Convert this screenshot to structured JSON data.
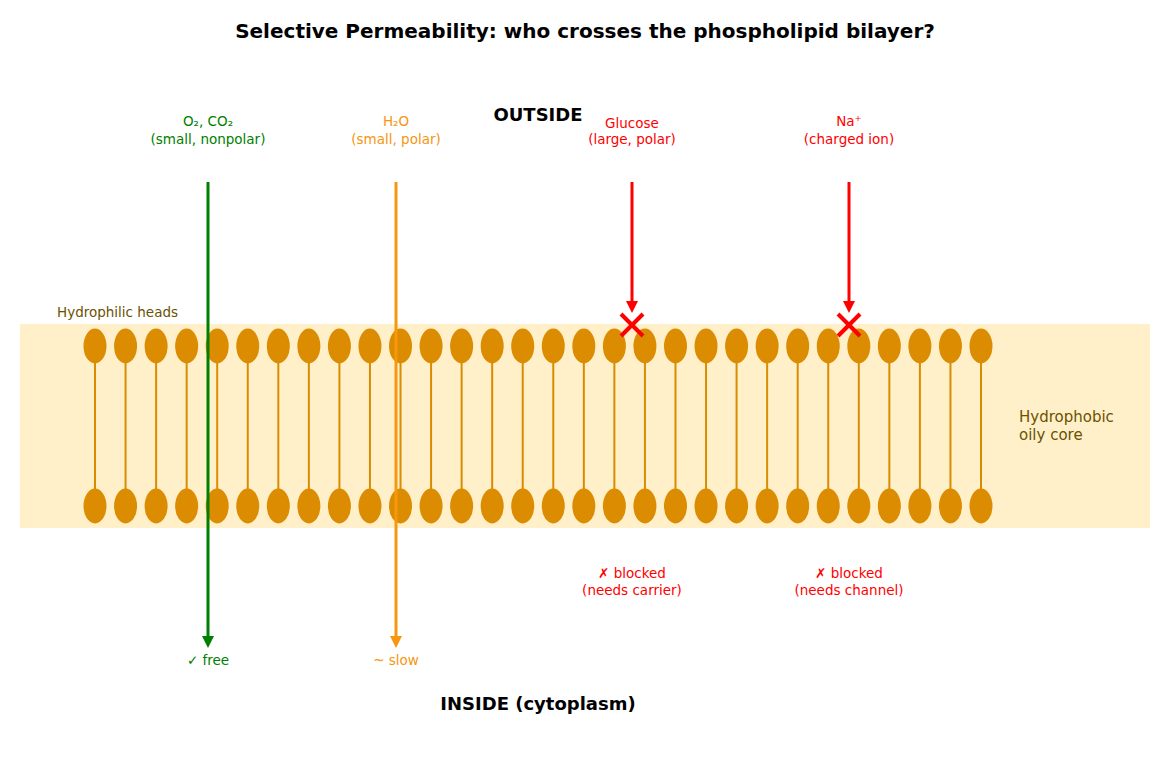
{
  "diagram": {
    "title": "Selective Permeability: who crosses the phospholipid bilayer?",
    "nodes": [
      {
        "text": [
          "Hydrophilic heads",
          "Hydrophobic oily core"
        ]
      }
    ],
    "labels": [
      "OUTSIDE",
      "O₂, CO₂",
      "(small, nonpolar)",
      "H₂O",
      "(small, polar)",
      "Glucose",
      "(large, polar)",
      "Na⁺",
      "(charged ion)",
      "✗ blocked",
      "(needs carrier)",
      "✗ blocked",
      "(needs channel)",
      "✓ free",
      "~ slow",
      "INSIDE (cytoplasm)"
    ]
  }
}
